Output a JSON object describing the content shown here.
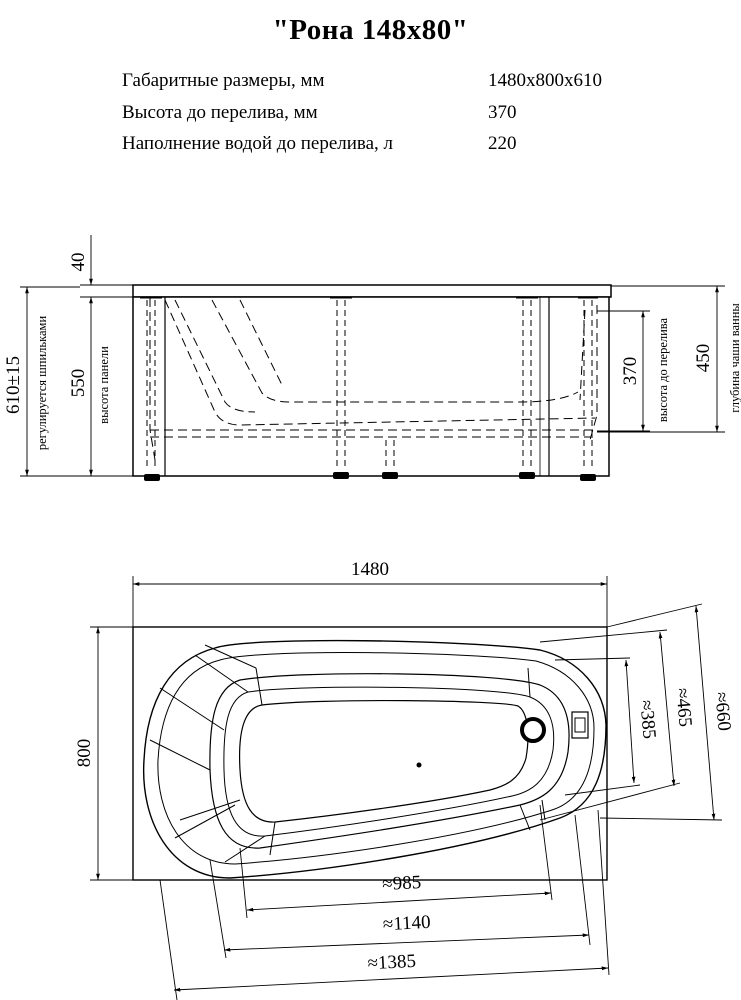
{
  "title": "\"Рона 148x80\"",
  "specs": [
    {
      "label": "Габаритные размеры, мм",
      "value": "1480x800x610"
    },
    {
      "label": "Высота до перелива, мм",
      "value": "370"
    },
    {
      "label": "Наполнение водой до перелива, л",
      "value": "220"
    }
  ],
  "side_view": {
    "dim_40": "40",
    "dim_550": "550",
    "dim_610": "610±15",
    "label_adjust": "регулируется шпильками",
    "label_panel": "высота панели",
    "dim_370": "370",
    "label_overflow": "высота до перелива",
    "dim_450": "450",
    "label_depth": "глубина чаши ванны"
  },
  "top_view": {
    "dim_1480": "1480",
    "dim_800": "800",
    "dim_985": "≈985",
    "dim_1140": "≈1140",
    "dim_1385": "≈1385",
    "dim_385": "≈385",
    "dim_465": "≈465",
    "dim_660": "≈660"
  }
}
